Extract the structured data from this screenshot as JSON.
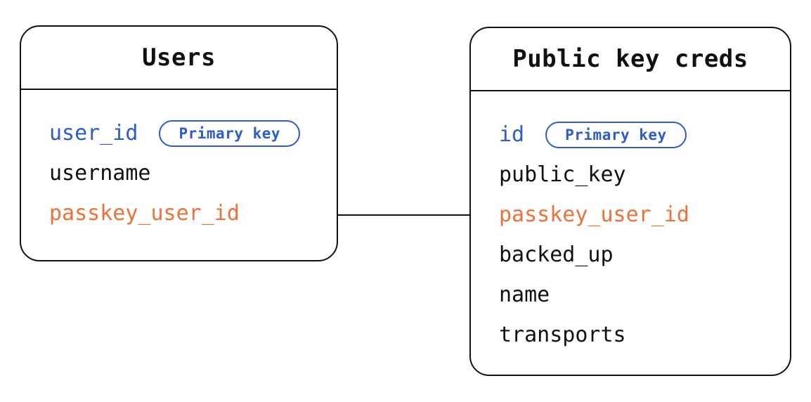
{
  "diagram": {
    "type": "entity-relationship",
    "colors": {
      "primary_key_blue": "#2d5bd2",
      "foreign_key_orange": "#ed7139",
      "line_black": "#111111",
      "background": "#ffffff"
    },
    "tables": [
      {
        "name": "Users",
        "fields": [
          {
            "label": "user_id",
            "role": "primary",
            "badge": "Primary key"
          },
          {
            "label": "username",
            "role": "normal"
          },
          {
            "label": "passkey_user_id",
            "role": "foreign"
          }
        ]
      },
      {
        "name": "Public key creds",
        "fields": [
          {
            "label": "id",
            "role": "primary",
            "badge": "Primary key"
          },
          {
            "label": "public_key",
            "role": "normal"
          },
          {
            "label": "passkey_user_id",
            "role": "foreign"
          },
          {
            "label": "backed_up",
            "role": "normal"
          },
          {
            "label": "name",
            "role": "normal"
          },
          {
            "label": "transports",
            "role": "normal"
          }
        ]
      }
    ],
    "relationship": {
      "from_table": "Users",
      "from_field": "passkey_user_id",
      "to_table": "Public key creds",
      "to_field": "passkey_user_id"
    }
  }
}
